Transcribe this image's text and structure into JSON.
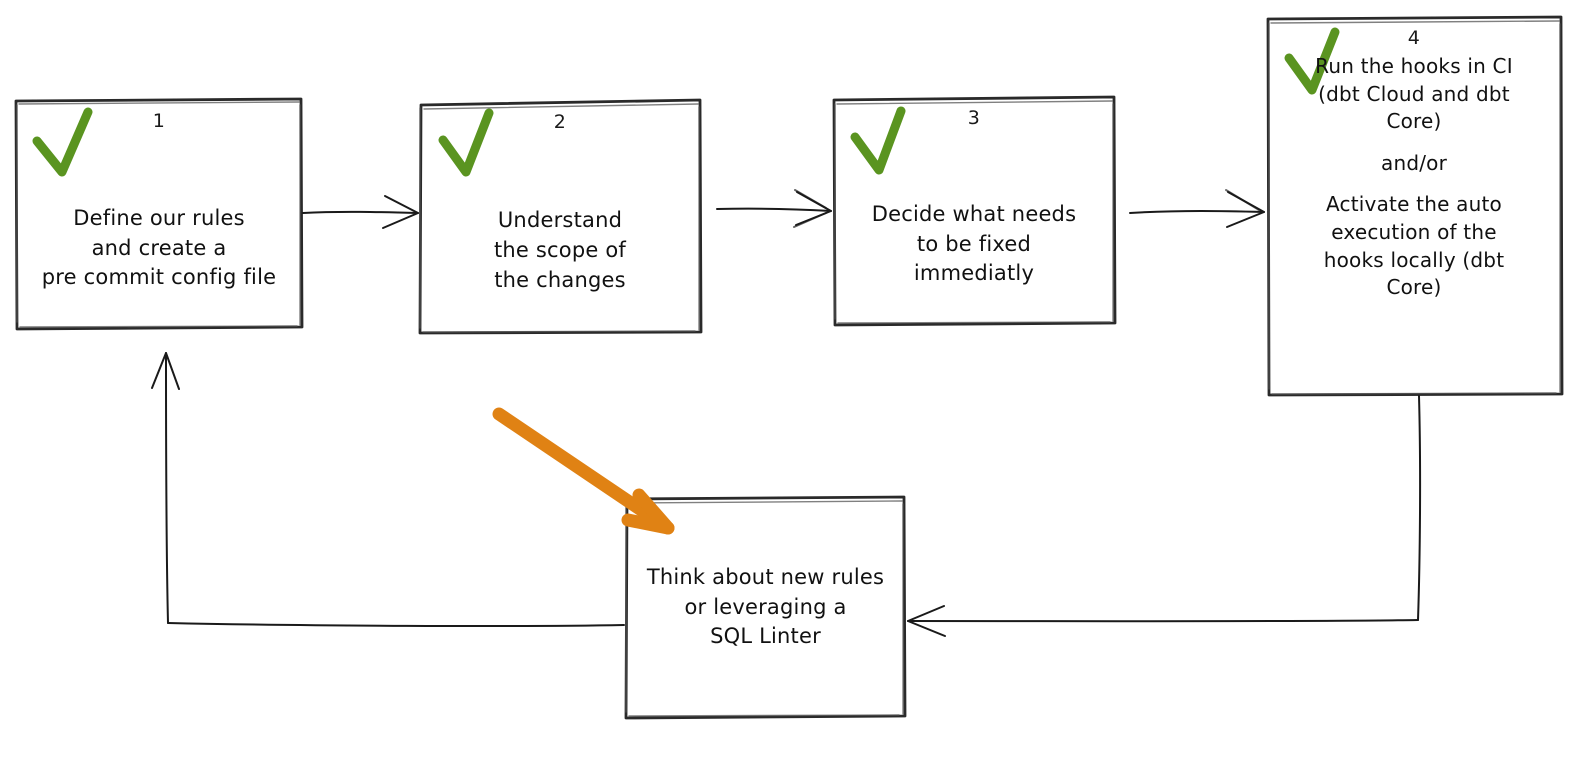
{
  "diagram": {
    "title": "pre-commit adoption workflow",
    "style": "hand-drawn whiteboard flowchart",
    "colors": {
      "stroke": "#1a1a1a",
      "check_green": "#5a9420",
      "highlight_orange": "#e08214",
      "background": "#ffffff"
    },
    "nodes": [
      {
        "id": "step-1",
        "number": "1",
        "check": "check-mark",
        "text": "Define our rules\nand create a\npre commit config file"
      },
      {
        "id": "step-2",
        "number": "2",
        "check": "check-mark",
        "text": "Understand\nthe scope of\nthe changes"
      },
      {
        "id": "step-3",
        "number": "3",
        "check": "check-mark",
        "text": "Decide what needs\nto be fixed\nimmediatly"
      },
      {
        "id": "step-4",
        "number": "4",
        "check": "check-mark",
        "text_part1": "Run the hooks in CI\n(dbt Cloud and dbt\nCore)",
        "text_part2": "and/or",
        "text_part3": "Activate the auto\nexecution of the\nhooks locally (dbt\nCore)"
      },
      {
        "id": "step-loop",
        "number": "",
        "check": "",
        "text": "Think about new rules\nor leveraging a\nSQL Linter"
      }
    ],
    "connectors": [
      {
        "id": "arrow-1-to-2",
        "from": "step-1",
        "to": "step-2",
        "direction": "right"
      },
      {
        "id": "arrow-2-to-3",
        "from": "step-2",
        "to": "step-3",
        "direction": "right"
      },
      {
        "id": "arrow-3-to-4",
        "from": "step-3",
        "to": "step-4",
        "direction": "right"
      },
      {
        "id": "arrow-4-to-loop",
        "from": "step-4",
        "to": "step-loop",
        "direction": "down-left"
      },
      {
        "id": "arrow-loop-to-1",
        "from": "step-loop",
        "to": "step-1",
        "direction": "left-up"
      }
    ],
    "annotations": [
      {
        "id": "orange-highlight-arrow",
        "color": "#e08214",
        "points_to": "step-loop"
      }
    ]
  }
}
